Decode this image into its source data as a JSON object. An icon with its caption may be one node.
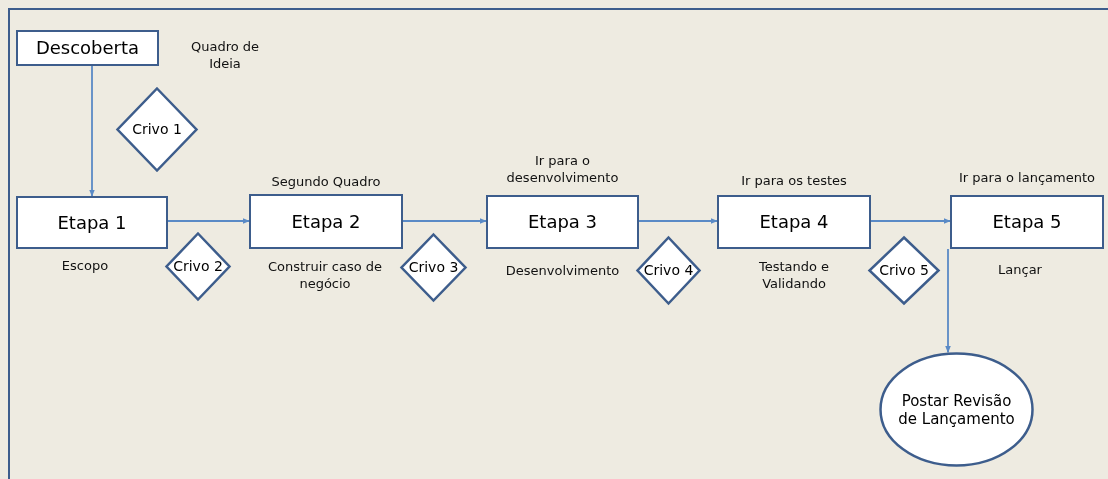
{
  "diagram": {
    "nodes": [
      {
        "text": [
          "Descoberta"
        ],
        "beside": [
          "Quadro de Ideia"
        ]
      },
      {
        "text": [
          "Crivo 1"
        ]
      },
      {
        "text": [
          "Etapa 1"
        ],
        "beside": [
          "Escopo"
        ]
      },
      {
        "text": [
          "Crivo 2"
        ]
      },
      {
        "text": [
          "Etapa 2"
        ],
        "beside": [
          "Segundo Quadro",
          "Construir caso de negócio"
        ]
      },
      {
        "text": [
          "Crivo 3"
        ]
      },
      {
        "text": [
          "Etapa 3"
        ],
        "beside": [
          "Ir para o desenvolvimento",
          "Desenvolvimento"
        ]
      },
      {
        "text": [
          "Crivo 4"
        ]
      },
      {
        "text": [
          "Etapa 4"
        ],
        "beside": [
          "Ir para os testes",
          "Testando e Validando"
        ]
      },
      {
        "text": [
          "Crivo 5"
        ]
      },
      {
        "text": [
          "Etapa 5"
        ],
        "beside": [
          "Ir para o lançamento",
          "Lançar"
        ]
      },
      {
        "text": [
          "Postar Revisão de Lançamento"
        ]
      }
    ],
    "edges": [
      {
        "from": 0,
        "to": 2,
        "arrow": "to"
      },
      {
        "from": 2,
        "to": 4,
        "arrow": "to"
      },
      {
        "from": 4,
        "to": 6,
        "arrow": "to"
      },
      {
        "from": 6,
        "to": 8,
        "arrow": "to"
      },
      {
        "from": 8,
        "to": 10,
        "arrow": "to"
      },
      {
        "from": 10,
        "to": 11,
        "arrow": "to"
      }
    ]
  }
}
